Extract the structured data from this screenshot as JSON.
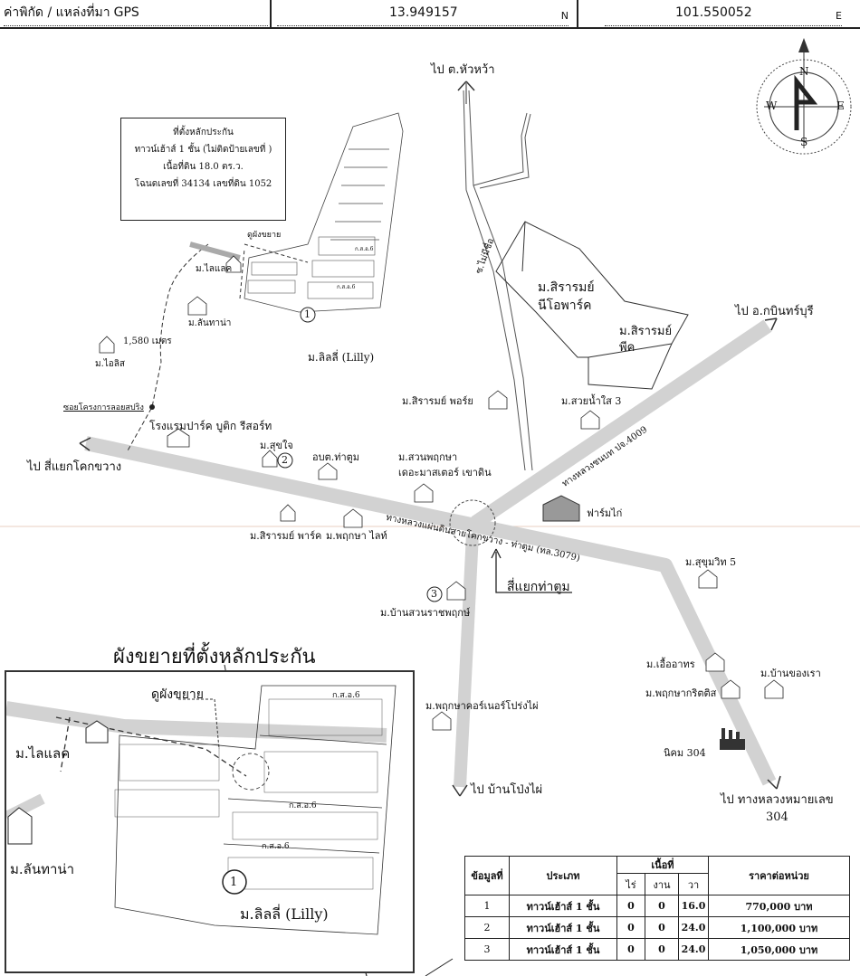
{
  "header": {
    "label": "ค่าพิกัด / แหล่งที่มา",
    "source": "GPS",
    "lat": "13.949157",
    "lat_unit": "N",
    "lon": "101.550052",
    "lon_unit": "E"
  },
  "compass": {
    "n": "N",
    "s": "S",
    "e": "E",
    "w": "W"
  },
  "info_box": {
    "line1": "ที่ตั้งหลักประกัน",
    "line2": "ทาวน์เฮ้าส์ 1 ชั้น (ไม่ติดป้ายเลขที่ )",
    "line3": "เนื้อที่ดิน 18.0 ตร.ว.",
    "line4": "โฉนดเลขที่ 34134 เลขที่ดิน 1052"
  },
  "directions": {
    "north": "ไป ต.หัวหว้า",
    "northeast": "ไป อ.กบินทร์บุรี",
    "west": "ไป สี่แยกโคกขวาง",
    "south": "ไป บ้านโป่งไผ่",
    "southeast": "ไป ทางหลวงหมายเลข",
    "southeast2": "304"
  },
  "roads": {
    "highway": "ทางหลวงแผ่นดินสายโคกขวาง - ท่าตูม (ทล.3079)",
    "rural": "ทางหลวงชนบท ปจ.4009",
    "soi": "ซ.ไม่มีชื่อ",
    "street_code": "ก.ส.อ.6"
  },
  "places": {
    "lily": "ม.ลิลลี่ (Lilly)",
    "lilac": "ม.ไลแลค",
    "lanthana": "ม.ลันทาน่า",
    "lylis": "ม.ไอลิส",
    "distance": "1,580 เมตร",
    "marker": "ซอยโครงการลอยสปริง",
    "hotel": "โรงแรมปาร์ค บูติก รีสอร์ท",
    "sukjai": "ม.สุขใจ",
    "obt": "อบต.ท่าตูม",
    "suanpruksa": "ม.สวนพฤกษา",
    "suanpruksa2": "เดอะมาสเตอร์ เขาดิน",
    "sirarom_park": "ม.สิรารมย์ พาร์ค",
    "pruksa_light": "ม.พฤกษา ไลท์",
    "sirarom_place": "ม.สิรารมย์ พอร์ย",
    "suaynamsai": "ม.สวยน้ำใส 3",
    "neo_park": "ม.สิรารมย์\nนีโอพาร์ค",
    "sirarom_peak": "ม.สิรารมย์\nพีค",
    "farm": "ฟาร์มไก่",
    "junction": "สี่แยกท่าตูม",
    "bansuan": "ม.บ้านสวนราชพฤกษ์",
    "sukhumvit": "ม.สุขุมวิท 5",
    "euaathon": "ม.เอื้ออาทร",
    "bankhongrao": "ม.บ้านของเรา",
    "pruksa_krittika": "ม.พฤกษากริตติส",
    "pruksa_corner": "ม.พฤกษาคอร์เนอร์โปร่งไผ่",
    "nikom": "นิคม 304",
    "zoom": "ดูผังขยาย"
  },
  "markers": {
    "m1": "1",
    "m2": "2",
    "m3": "3"
  },
  "inset": {
    "title": "ผังขยายที่ตั้งหลักประกัน",
    "zoom": "ดูผังขยาย",
    "lilac": "ม.ไลแลค",
    "lanthana": "ม.ลันทาน่า",
    "lily": "ม.ลิลลี่ (Lilly)",
    "street_code": "ก.ส.อ.6",
    "marker": "1"
  },
  "price_table": {
    "headers": {
      "no": "ข้อมูลที่",
      "type": "ประเภท",
      "area": "เนื้อที่",
      "rai": "ไร่",
      "ngan": "งาน",
      "wa": "วา",
      "price": "ราคาต่อหน่วย"
    },
    "rows": [
      {
        "no": "1",
        "type": "ทาวน์เฮ้าส์ 1 ชั้น",
        "rai": "0",
        "ngan": "0",
        "wa": "16.0",
        "price": "770,000 บาท"
      },
      {
        "no": "2",
        "type": "ทาวน์เฮ้าส์ 1 ชั้น",
        "rai": "0",
        "ngan": "0",
        "wa": "24.0",
        "price": "1,100,000 บาท"
      },
      {
        "no": "3",
        "type": "ทาวน์เฮ้าส์ 1 ชั้น",
        "rai": "0",
        "ngan": "0",
        "wa": "24.0",
        "price": "1,050,000 บาท"
      }
    ]
  }
}
